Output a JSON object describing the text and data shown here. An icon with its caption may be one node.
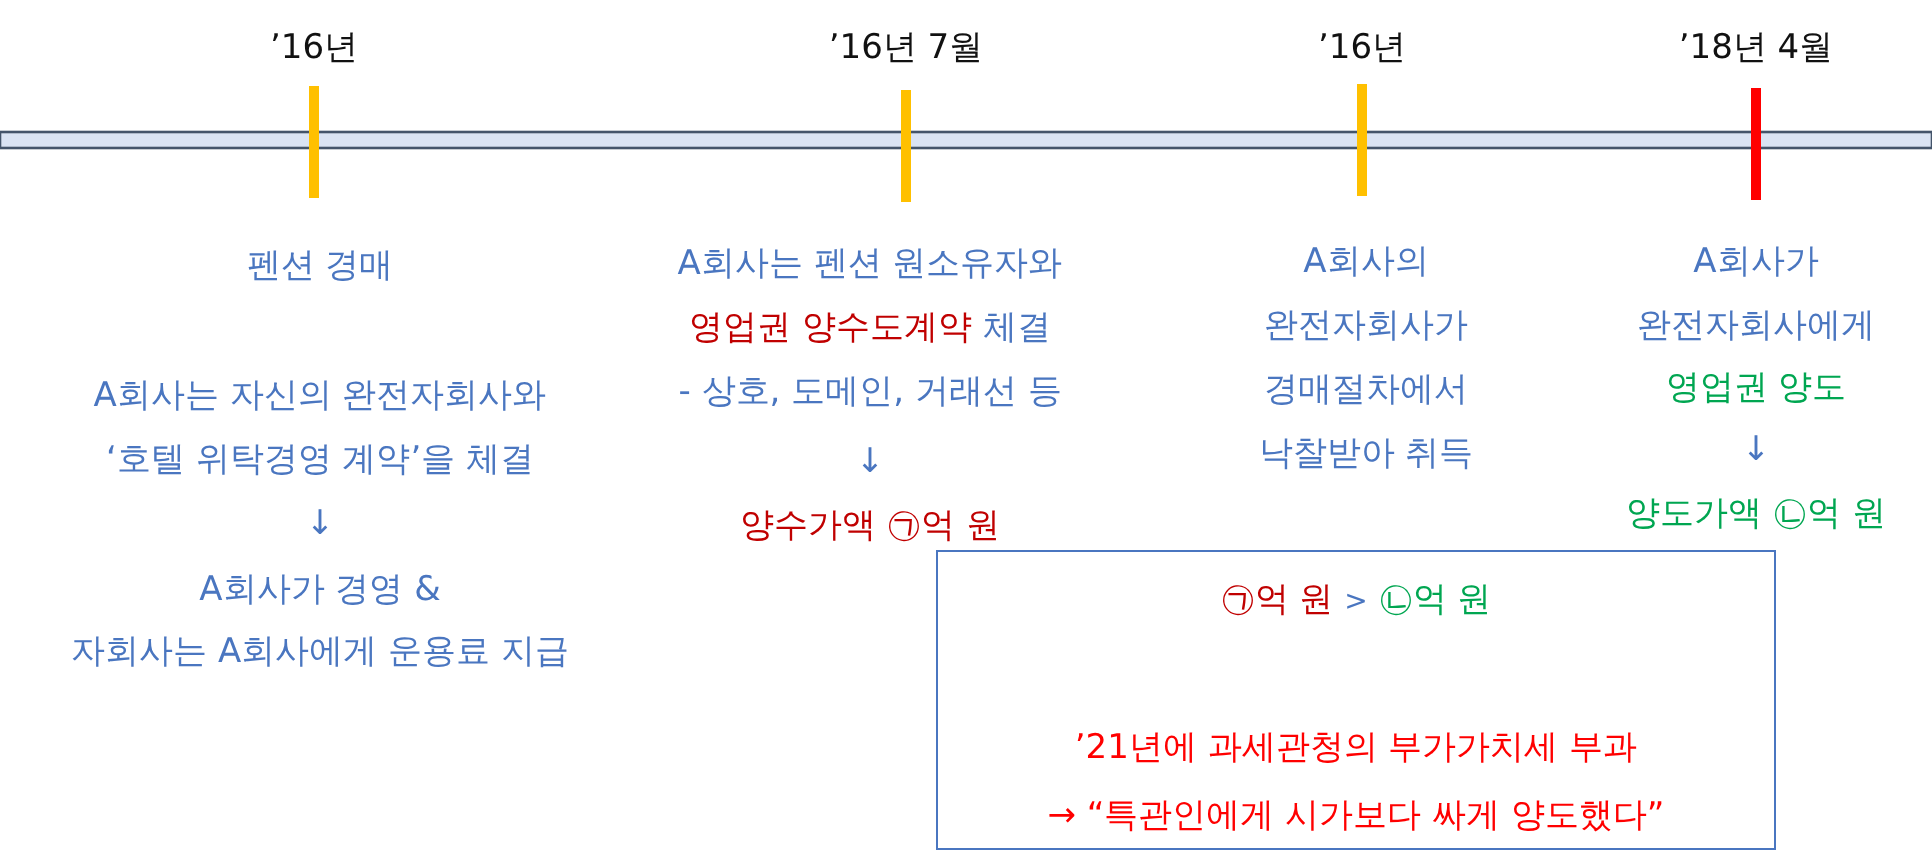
{
  "diagram": {
    "nodes": [
      {
        "text": [
          "㉠억 원",
          ">",
          "㉡억 원",
          "’21년에 과세관청의 부가가치세 부과",
          "→ “특관인에게 시가보다 싸게 양도했다”"
        ]
      }
    ],
    "edges": [],
    "labels": [
      "’16년",
      "’16년 7월",
      "’16년",
      "’18년 4월",
      "펜션 경매",
      "A회사는 자신의 완전자회사와 ‘호텔 위탁경영 계약’을 체결",
      "↓",
      "A회사가 경영 &",
      "자회사는 A회사에게 운용료 지급",
      "A회사는 펜션 원소유자와",
      "영업권 양수도계약",
      "체결",
      "- 상호, 도메인, 거래선 등",
      "↓",
      "양수가액 ㉠억 원",
      "A회사의 완전자회사가 경매절차에서 낙찰받아 취득",
      "A회사가 완전자회사에게",
      "영업권 양도",
      "↓",
      "양도가액 ㉡억 원"
    ]
  }
}
